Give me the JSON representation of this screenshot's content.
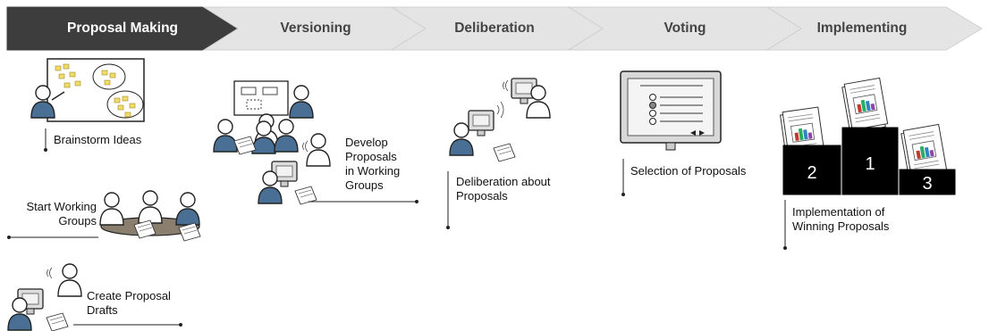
{
  "pipeline": {
    "stages": [
      {
        "label": "Proposal Making",
        "active": true
      },
      {
        "label": "Versioning",
        "active": false
      },
      {
        "label": "Deliberation",
        "active": false
      },
      {
        "label": "Voting",
        "active": false
      },
      {
        "label": "Implementing",
        "active": false
      }
    ]
  },
  "proposal_making": {
    "brainstorm": "Brainstorm Ideas",
    "start_groups_line1": "Start Working",
    "start_groups_line2": "Groups",
    "create_drafts_line1": "Create Proposal",
    "create_drafts_line2": "Drafts"
  },
  "versioning": {
    "develop_line1": "Develop",
    "develop_line2": "Proposals",
    "develop_line3": "in Working",
    "develop_line4": "Groups"
  },
  "deliberation": {
    "line1": "Deliberation about",
    "line2": "Proposals"
  },
  "voting": {
    "selection": "Selection of Proposals"
  },
  "implementing": {
    "line1": "Implementation of",
    "line2": "Winning Proposals",
    "podium": {
      "first": "1",
      "second": "2",
      "third": "3"
    }
  },
  "colors": {
    "active_stage": "#3d3d3d",
    "inactive_stage": "#e4e4e4",
    "figure_blue": "#4a6f95",
    "note_yellow": "#f1dc6a"
  }
}
